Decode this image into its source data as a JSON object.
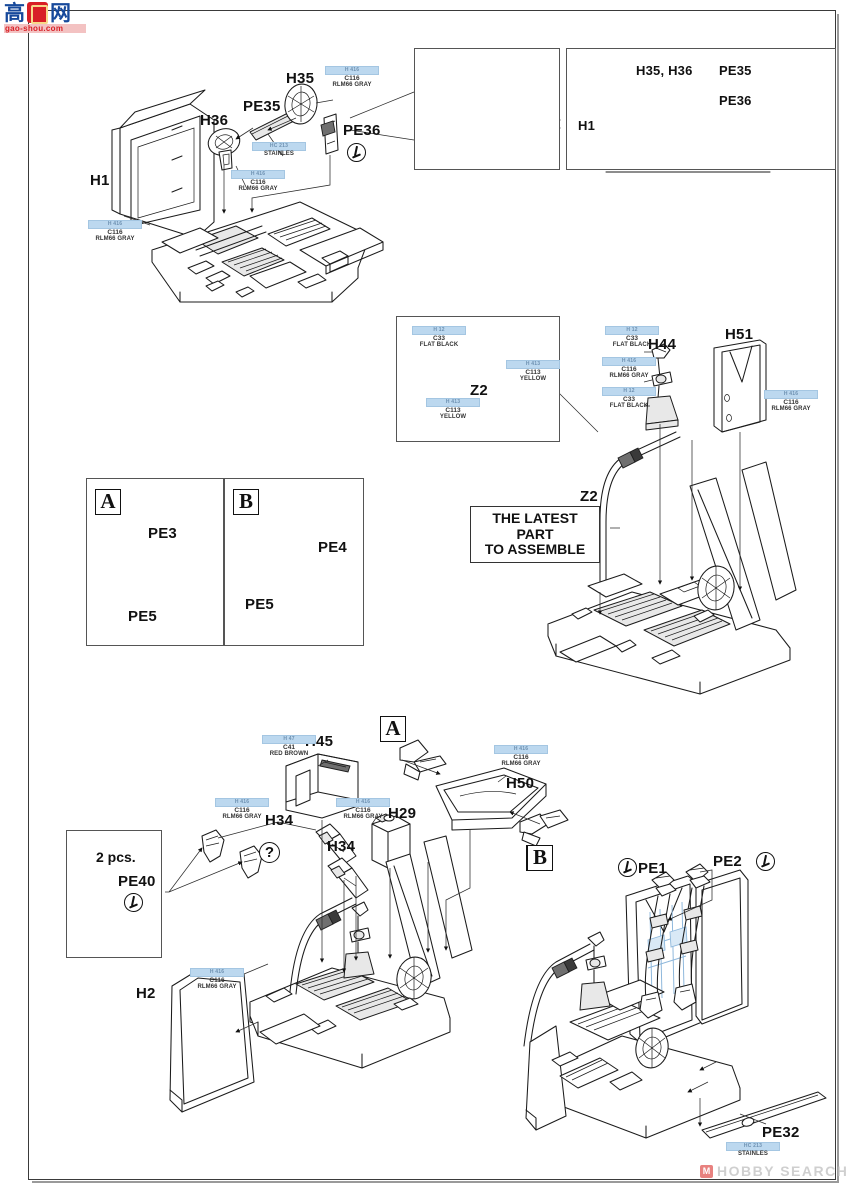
{
  "sheet": {
    "logo": {
      "glyph_left": "高",
      "glyph_right": "网",
      "url": "gao-shou.com"
    },
    "watermark": {
      "mark": "M",
      "text": "HOBBY SEARCH"
    }
  },
  "paints": {
    "rlm66": {
      "code": "H 416",
      "c": "C116",
      "name": "RLM66 GRAY"
    },
    "flat_black": {
      "code": "H 12",
      "c": "C33",
      "name": "FLAT BLACK"
    },
    "yellow": {
      "code": "H 413",
      "c": "C113",
      "name": "YELLOW"
    },
    "red_brown": {
      "code": "H 47",
      "c": "C41",
      "name": "RED BROWN"
    },
    "stainless": {
      "code": "HC 213",
      "c": "",
      "name": "STAINLES"
    }
  },
  "step_top": {
    "parts": [
      {
        "id": "p_h1",
        "label": "H1"
      },
      {
        "id": "p_h36",
        "label": "H36"
      },
      {
        "id": "p_pe35",
        "label": "PE35"
      },
      {
        "id": "p_h35",
        "label": "H35"
      },
      {
        "id": "p_pe36",
        "label": "PE36"
      }
    ],
    "inset_right": {
      "labels": [
        {
          "id": "i_h1",
          "label": "H1"
        },
        {
          "id": "i_h3536",
          "label": "H35, H36"
        },
        {
          "id": "i_pe35",
          "label": "PE35"
        },
        {
          "id": "i_pe36",
          "label": "PE36"
        }
      ]
    }
  },
  "step_mid": {
    "inset_z2": {
      "label": "Z2"
    },
    "parts": [
      {
        "id": "m_h44",
        "label": "H44"
      },
      {
        "id": "m_h51",
        "label": "H51"
      },
      {
        "id": "m_z2",
        "label": "Z2"
      }
    ],
    "note": "THE LATEST PART\nTO ASSEMBLE",
    "note_line1": "THE LATEST PART",
    "note_line2": "TO ASSEMBLE"
  },
  "step_belts": {
    "option_a": {
      "tag": "A",
      "parts": [
        {
          "label": "PE3"
        },
        {
          "label": "PE5"
        }
      ]
    },
    "option_b": {
      "tag": "B",
      "parts": [
        {
          "label": "PE4"
        },
        {
          "label": "PE5"
        }
      ]
    }
  },
  "step_bottom": {
    "pe40_box": {
      "qty": "2 pcs.",
      "label": "PE40",
      "bend_icon": "bend-icon"
    },
    "parts": [
      {
        "id": "b_h45",
        "label": "H45"
      },
      {
        "id": "b_h34a",
        "label": "H34"
      },
      {
        "id": "b_h34b",
        "label": "H34"
      },
      {
        "id": "b_h29",
        "label": "H29"
      },
      {
        "id": "b_h50",
        "label": "H50"
      },
      {
        "id": "b_h2",
        "label": "H2"
      }
    ],
    "tag_a": "A",
    "tag_b": "B",
    "question": "?"
  },
  "step_final": {
    "tag_b": "B",
    "parts": [
      {
        "id": "f_pe1",
        "label": "PE1"
      },
      {
        "id": "f_pe2",
        "label": "PE2"
      },
      {
        "id": "f_pe32",
        "label": "PE32"
      }
    ]
  }
}
